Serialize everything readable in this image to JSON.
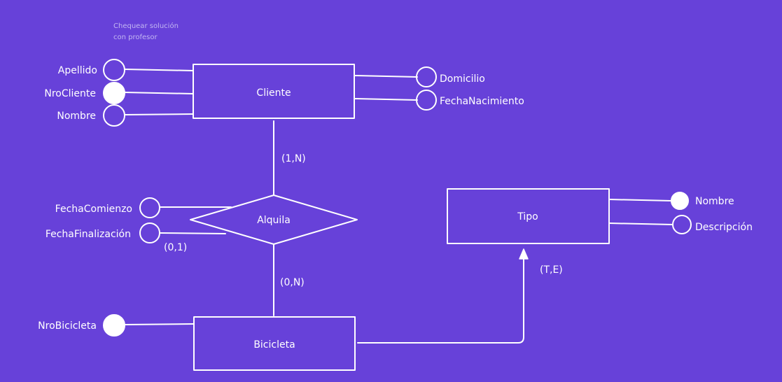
{
  "note": {
    "line1": "Chequear solución",
    "line2": "con profesor"
  },
  "entities": {
    "cliente": "Cliente",
    "tipo": "Tipo",
    "bicicleta": "Bicicleta"
  },
  "relationships": {
    "alquila": "Alquila"
  },
  "attributes": {
    "apellido": "Apellido",
    "nro_cliente": "NroCliente",
    "nombre_cliente": "Nombre",
    "domicilio": "Domicilio",
    "fecha_nacimiento": "FechaNacimiento",
    "fecha_comienzo": "FechaComienzo",
    "fecha_finalizacion": "FechaFinalización",
    "nombre_tipo": "Nombre",
    "descripcion": "Descripción",
    "nro_bicicleta": "NroBicicleta"
  },
  "cardinalities": {
    "cliente_alquila": "(1,N)",
    "fecha_finalizacion": "(0,1)",
    "alquila_bicicleta": "(0,N)",
    "bicicleta_tipo": "(T,E)"
  },
  "colors": {
    "background": "#6741d9",
    "stroke": "#ffffff",
    "note_text": "#c3b6f2"
  }
}
